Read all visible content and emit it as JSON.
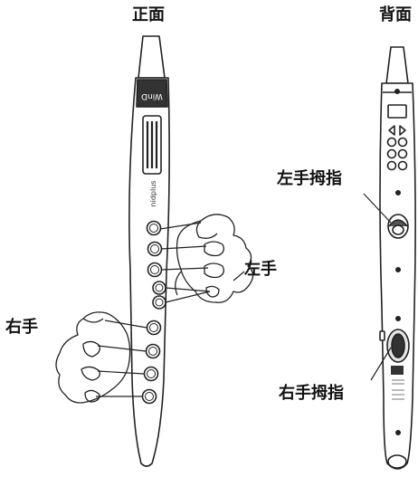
{
  "titles": {
    "front": "正面",
    "back": "背面"
  },
  "labels": {
    "left_hand": "左手",
    "right_hand": "右手",
    "left_thumb": "左手拇指",
    "right_thumb": "右手拇指"
  },
  "device": {
    "front_brand": "nidplus",
    "logo": "WinD"
  },
  "colors": {
    "stroke": "#222222",
    "body": "#ffffff"
  }
}
